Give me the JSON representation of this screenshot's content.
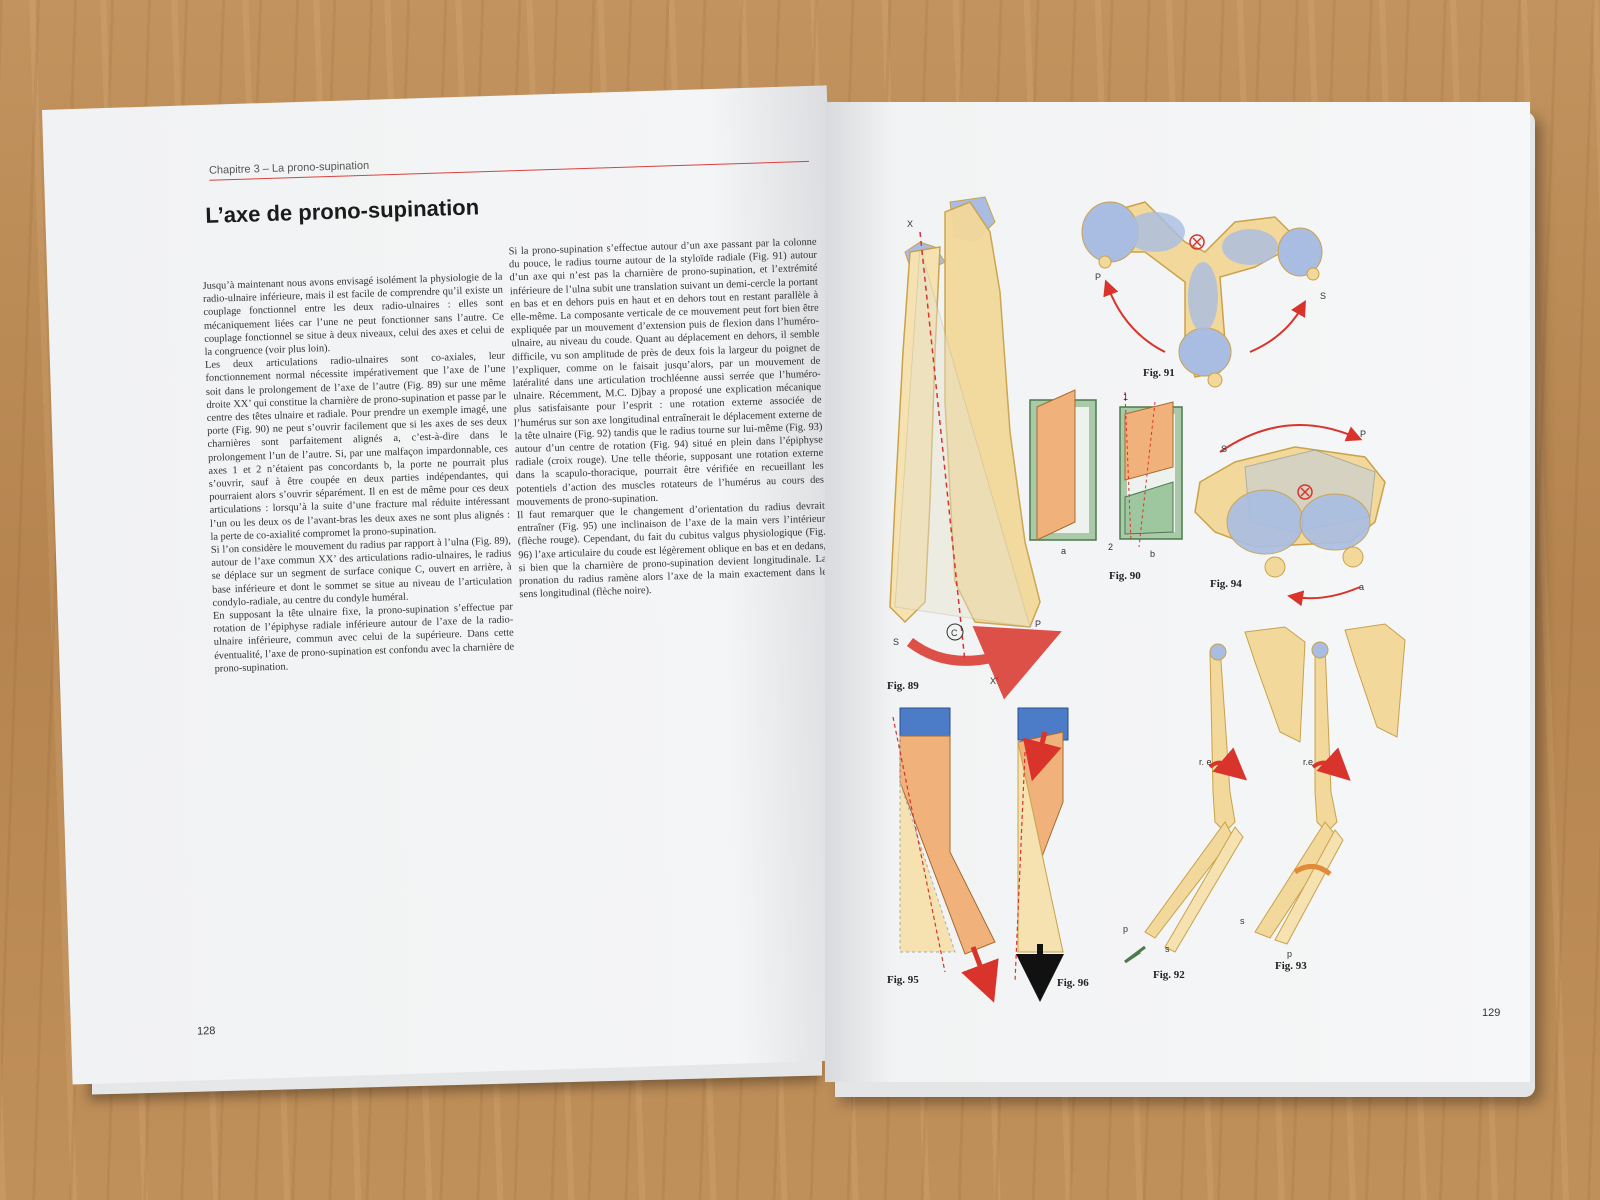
{
  "left_page": {
    "chapter_header": "Chapitre 3 – La prono-supination",
    "title": "L’axe de prono-supination",
    "column_1": [
      "Jusqu’à maintenant nous avons envisagé isolément la physiologie de la radio-ulnaire inférieure, mais il est facile de comprendre qu’il existe un couplage fonctionnel entre les deux radio-ulnaires : elles sont mécaniquement liées car l’une ne peut fonctionner sans l’autre. Ce couplage fonctionnel se situe à deux niveaux, celui des axes et celui de la congruence (voir plus loin).",
      "Les deux articulations radio-ulnaires sont co-axiales, leur fonctionnement normal nécessite impérativement que l’axe de l’une soit dans le prolongement de l’axe de l’autre (Fig. 89) sur une même droite XX’ qui constitue la charnière de prono-supination et passe par le centre des têtes ulnaire et radiale. Pour prendre un exemple imagé, une porte (Fig. 90) ne peut s’ouvrir facilement que si les axes de ses deux charnières sont parfaitement alignés a, c’est-à-dire dans le prolongement l’un de l’autre. Si, par une malfaçon impardonnable, ces axes 1 et 2 n’étaient pas concordants b, la porte ne pourrait plus s’ouvrir, sauf à être coupée en deux parties indépendantes, qui pourraient alors s’ouvrir séparément. Il en est de même pour ces deux articulations : lorsqu’à la suite d’une fracture mal réduite intéressant l’un ou les deux os de l’avant-bras les deux axes ne sont plus alignés : la perte de co-axialité compromet la prono-supination.",
      "Si l’on considère le mouvement du radius par rapport à l’ulna (Fig. 89), autour de l’axe commun XX’ des articulations radio-ulnaires, le radius se déplace sur un segment de surface conique C, ouvert en arrière, à base inférieure et dont le sommet se situe au niveau de l’articulation condylo-radiale, au centre du condyle huméral.",
      "En supposant la tête ulnaire fixe, la prono-supination s’effectue par rotation de l’épiphyse radiale inférieure autour de l’axe de la radio-ulnaire inférieure, commun avec celui de la supérieure. Dans cette éventualité, l’axe de prono-supination est confondu avec la charnière de prono-supination."
    ],
    "column_2": [
      "Si la prono-supination s’effectue autour d’un axe passant par la colonne du pouce, le radius tourne autour de la styloïde radiale (Fig. 91) autour d’un axe qui n’est pas la charnière de prono-supination, et l’extrémité inférieure de l’ulna subit une translation suivant un demi-cercle la portant en bas et en dehors puis en haut et en dehors tout en restant parallèle à elle-même. La composante verticale de ce mouvement peut fort bien être expliquée par un mouvement d’extension puis de flexion dans l’huméro-ulnaire, au niveau du coude. Quant au déplacement en dehors, il semble difficile, vu son amplitude de près de deux fois la largeur du poignet de l’expliquer, comme on le faisait jusqu’alors, par un mouvement de latéralité dans une articulation trochléenne aussi serrée que l’huméro-ulnaire. Récemment, M.C. Djbay a proposé une explication mécanique plus satisfaisante pour l’esprit : une rotation externe associée de l’humérus sur son axe longitudinal entraînerait le déplacement externe de la tête ulnaire (Fig. 92) tandis que le radius tourne sur lui-même (Fig. 93) autour d’un centre de rotation (Fig. 94) situé en plein dans l’épiphyse radiale (croix rouge). Une telle théorie, supposant une rotation externe dans la scapulo-thoracique, pourrait être vérifiée en recueillant les potentiels d’action des muscles rotateurs de l’humérus au cours des mouvements de prono-supination.",
      "Il faut remarquer que le changement d’orientation du radius devrait entraîner (Fig. 95) une inclinaison de l’axe de la main vers l’intérieur (flèche rouge). Cependant, du fait du cubitus valgus physiologique (Fig. 96) l’axe articulaire du coude est légèrement oblique en bas et en dedans, si bien que la charnière de prono-supination devient longitudinale. La pronation du radius ramène alors l’axe de la main exactement dans le sens longitudinal (flèche noire)."
    ],
    "page_number": "128"
  },
  "right_page": {
    "page_number": "129",
    "figures": {
      "fig89": {
        "label": "Fig. 89",
        "x": "X",
        "x_prime": "X’",
        "s": "S",
        "p": "P",
        "c": "C"
      },
      "fig90": {
        "label": "Fig. 90",
        "a": "a",
        "b": "b",
        "one": "1",
        "two": "2"
      },
      "fig91": {
        "label": "Fig. 91",
        "p": "P",
        "s": "S"
      },
      "fig92": {
        "label": "Fig. 92",
        "re": "r. e",
        "p": "p",
        "s": "s"
      },
      "fig93": {
        "label": "Fig. 93",
        "re": "r.e",
        "s": "s",
        "p": "p"
      },
      "fig94": {
        "label": "Fig. 94",
        "s": "S",
        "p": "P",
        "a": "a"
      },
      "fig95": {
        "label": "Fig. 95"
      },
      "fig96": {
        "label": "Fig. 96"
      }
    }
  },
  "colors": {
    "bone": "#f2d89a",
    "bone_edge": "#c9a24b",
    "cartilage": "#a9bde3",
    "red_arrow": "#d9342b",
    "orange": "#f0b27a",
    "green": "#a9c9a8",
    "blue_block": "#4c7cc8"
  }
}
